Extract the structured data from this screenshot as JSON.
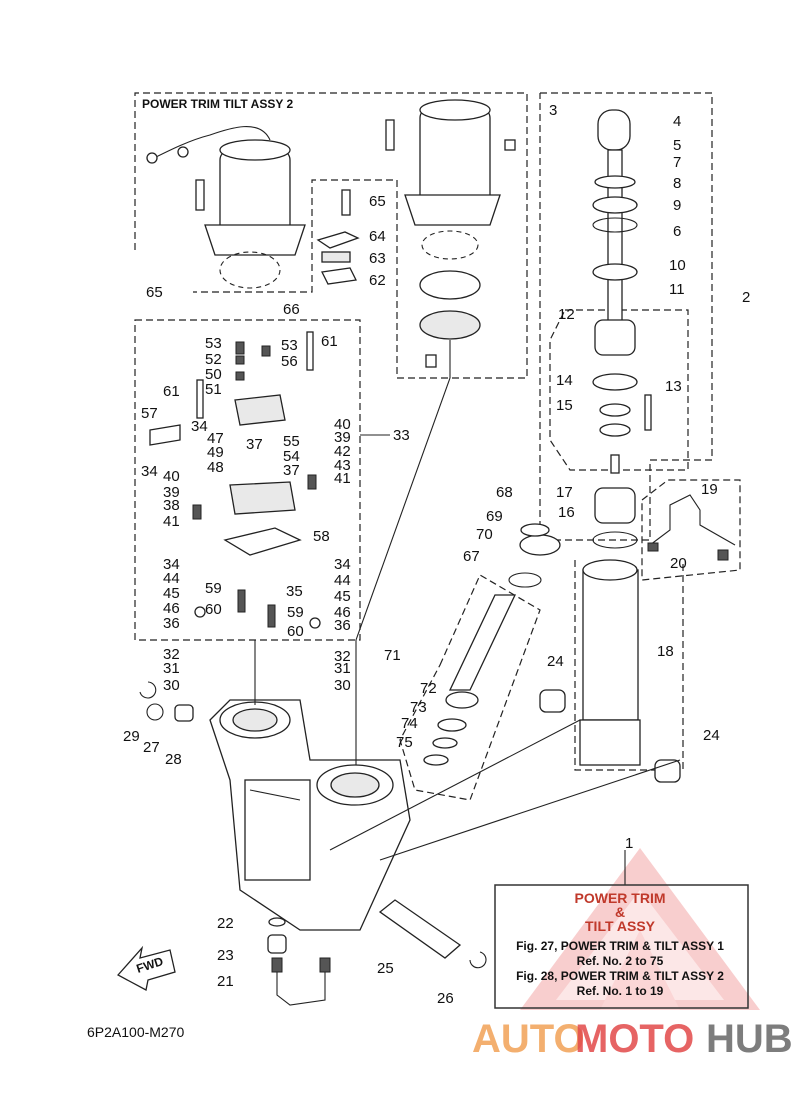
{
  "diagram_id": "6P2A100-M270",
  "boxes": {
    "assy2_title": "POWER TRIM TILT ASSY 2"
  },
  "fwd_label": "FWD",
  "note": {
    "line1": "POWER TRIM",
    "line2": "&",
    "line3": "TILT ASSY",
    "line4": "Fig. 27, POWER TRIM & TILT ASSY 1",
    "line5": "Ref. No. 2 to 75",
    "line6": "Fig. 28, POWER TRIM & TILT ASSY 2",
    "line7": "Ref. No. 1 to 19"
  },
  "watermark": {
    "part1": "AUTO",
    "part2": "MOTO",
    "part3": "HUB"
  },
  "callouts": {
    "c1": "1",
    "c2": "2",
    "c3": "3",
    "c4": "4",
    "c5": "5",
    "c6": "6",
    "c7": "7",
    "c8": "8",
    "c9": "9",
    "c10": "10",
    "c11": "11",
    "c12": "12",
    "c13": "13",
    "c14": "14",
    "c15": "15",
    "c16": "16",
    "c17": "17",
    "c18": "18",
    "c19": "19",
    "c20": "20",
    "c21": "21",
    "c22": "22",
    "c23": "23",
    "c24a": "24",
    "c24b": "24",
    "c25": "25",
    "c26": "26",
    "c27": "27",
    "c28": "28",
    "c29": "29",
    "c30a": "30",
    "c30b": "30",
    "c31a": "31",
    "c31b": "31",
    "c32a": "32",
    "c32b": "32",
    "c33": "33",
    "c34a": "34",
    "c34b": "34",
    "c34c": "34",
    "c34d": "34",
    "c35": "35",
    "c36a": "36",
    "c36b": "36",
    "c37a": "37",
    "c37b": "37",
    "c38": "38",
    "c39a": "39",
    "c39b": "39",
    "c40a": "40",
    "c40b": "40",
    "c41a": "41",
    "c41b": "41",
    "c42": "42",
    "c43": "43",
    "c44a": "44",
    "c44b": "44",
    "c45a": "45",
    "c45b": "45",
    "c46a": "46",
    "c46b": "46",
    "c47": "47",
    "c48": "48",
    "c49": "49",
    "c50": "50",
    "c51": "51",
    "c52": "52",
    "c53a": "53",
    "c53b": "53",
    "c54": "54",
    "c55": "55",
    "c56": "56",
    "c57": "57",
    "c58": "58",
    "c59a": "59",
    "c59b": "59",
    "c60a": "60",
    "c60b": "60",
    "c61a": "61",
    "c61b": "61",
    "c62": "62",
    "c63": "63",
    "c64": "64",
    "c65a": "65",
    "c65b": "65",
    "c66": "66",
    "c67": "67",
    "c68": "68",
    "c69": "69",
    "c70": "70",
    "c71": "71",
    "c72": "72",
    "c73": "73",
    "c74": "74",
    "c75": "75"
  }
}
